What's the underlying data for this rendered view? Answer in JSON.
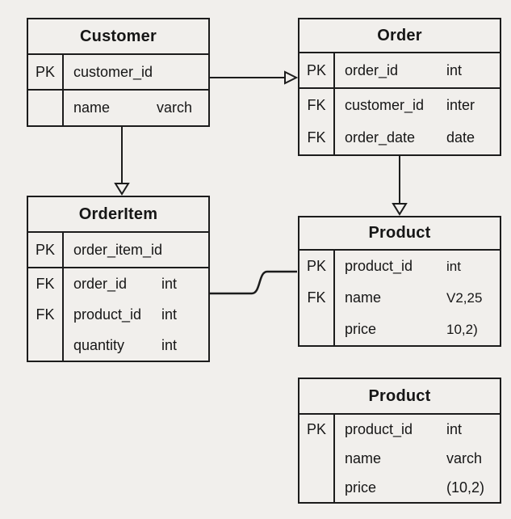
{
  "diagram": {
    "background_color": "#f1efec",
    "line_color": "#1c1c1c",
    "tables": {
      "customer": {
        "title": "Customer",
        "pk_rows": [
          {
            "key": "PK",
            "field": "customer_id",
            "type": ""
          }
        ],
        "attr_rows": [
          {
            "key": "",
            "field": "name",
            "type": "varch"
          }
        ]
      },
      "order": {
        "title": "Order",
        "pk_rows": [
          {
            "key": "PK",
            "field": "order_id",
            "type": "int"
          }
        ],
        "attr_rows": [
          {
            "key": "FK",
            "field": "customer_id",
            "type": "inter"
          },
          {
            "key": "FK",
            "field": "order_date",
            "type": "date"
          }
        ]
      },
      "orderitem": {
        "title": "OrderItem",
        "pk_rows": [
          {
            "key": "PK",
            "field": "order_item_id",
            "type": ""
          }
        ],
        "attr_rows": [
          {
            "key": "FK",
            "field": "order_id",
            "type": "int"
          },
          {
            "key": "FK",
            "field": "product_id",
            "type": "int"
          },
          {
            "key": "",
            "field": "quantity",
            "type": "int"
          }
        ]
      },
      "product_mid": {
        "title": "Product",
        "attr_rows": [
          {
            "key": "PK",
            "field": "product_id",
            "type": "int"
          },
          {
            "key": "FK",
            "field": "name",
            "type": "V2,25"
          },
          {
            "key": "",
            "field": "price",
            "type": "10,2)"
          }
        ]
      },
      "product_bottom": {
        "title": "Product",
        "attr_rows": [
          {
            "key": "PK",
            "field": "product_id",
            "type": "int"
          },
          {
            "key": "",
            "field": "name",
            "type": "varch"
          },
          {
            "key": "",
            "field": "price",
            "type": "(10,2)"
          }
        ]
      }
    },
    "connectors": [
      {
        "from": "Customer.customer_id",
        "to": "Order",
        "style": "horizontal-line",
        "arrowhead": "open-triangle-right"
      },
      {
        "from": "Customer",
        "to": "OrderItem",
        "style": "vertical-line",
        "arrowhead": "open-triangle-down"
      },
      {
        "from": "Order",
        "to": "Product",
        "style": "vertical-line",
        "arrowhead": "open-triangle-down"
      },
      {
        "from": "OrderItem.order_id",
        "to": "Product.product_id",
        "style": "s-curve",
        "arrowhead": "none"
      }
    ]
  }
}
